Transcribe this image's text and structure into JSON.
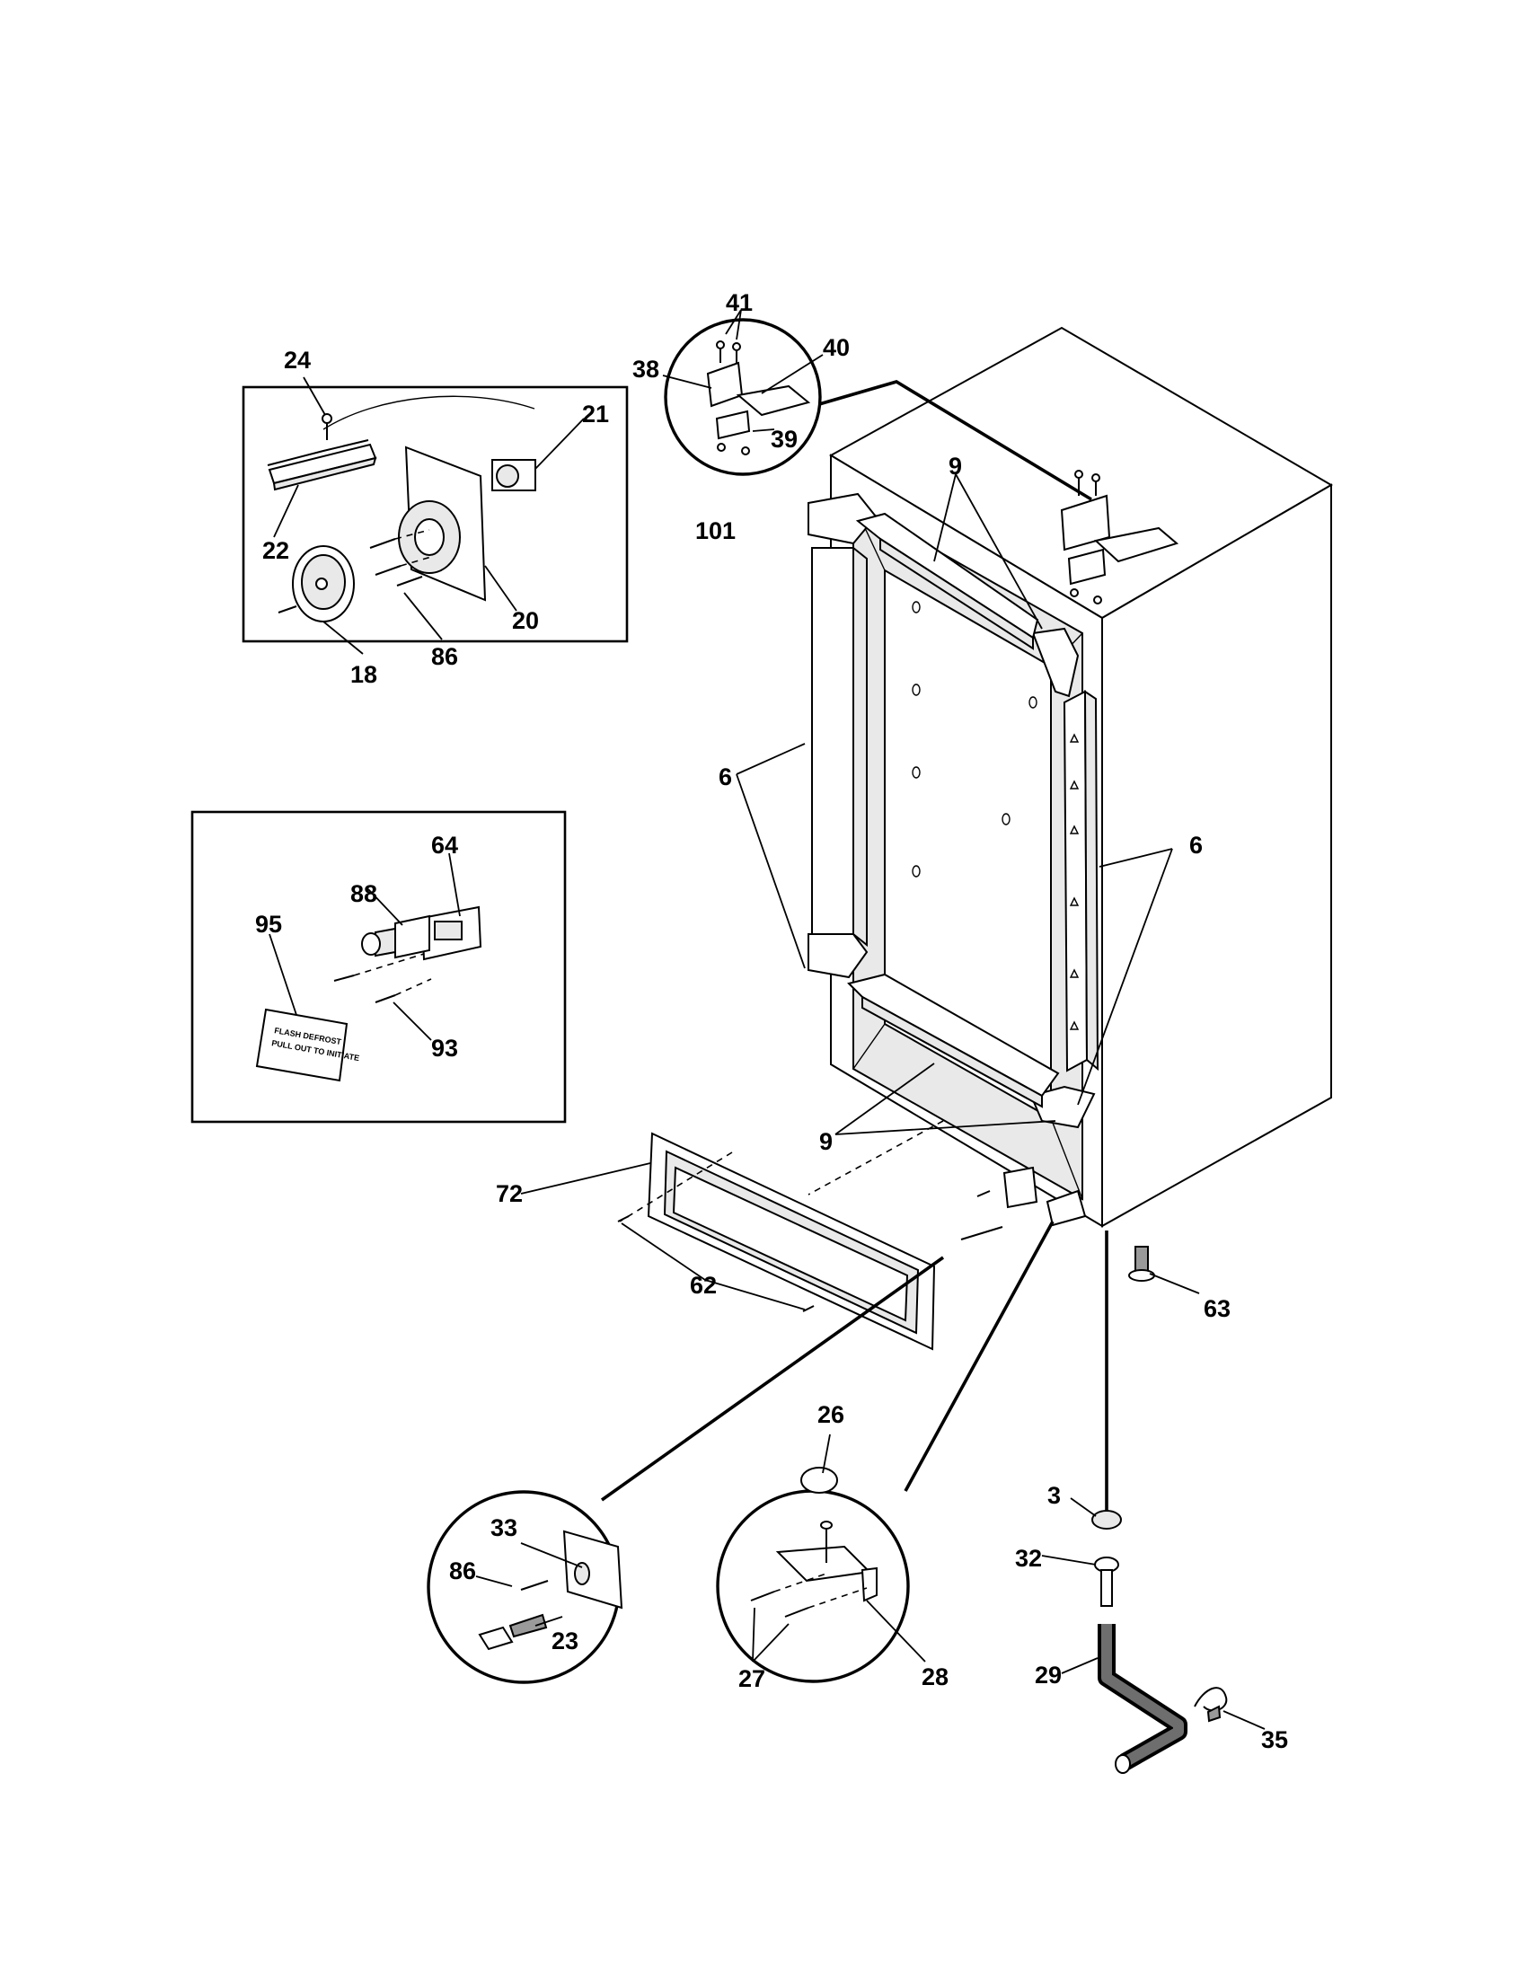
{
  "callouts": {
    "c3": "3",
    "c6a": "6",
    "c6b": "6",
    "c9a": "9",
    "c9b": "9",
    "c18": "18",
    "c20": "20",
    "c21": "21",
    "c22": "22",
    "c23": "23",
    "c24": "24",
    "c26": "26",
    "c27": "27",
    "c28": "28",
    "c29": "29",
    "c32": "32",
    "c33": "33",
    "c35": "35",
    "c38": "38",
    "c39": "39",
    "c40": "40",
    "c41": "41",
    "c62": "62",
    "c63": "63",
    "c64": "64",
    "c72": "72",
    "c86a": "86",
    "c86b": "86",
    "c88": "88",
    "c93": "93",
    "c95": "95",
    "c101": "101"
  },
  "decal_text": {
    "line1": "FLASH DEFROST",
    "line2": "PULL OUT TO INITIATE"
  }
}
